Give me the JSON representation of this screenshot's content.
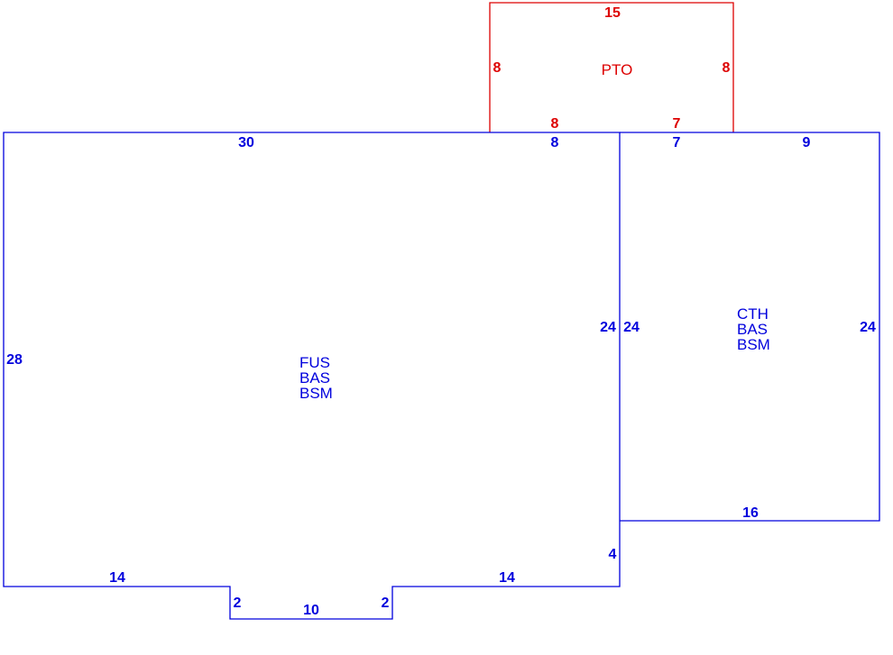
{
  "colors": {
    "structure": "#0000dd",
    "patio": "#dd0000"
  },
  "areas": {
    "pto": {
      "label": "PTO",
      "dims": {
        "top": "15",
        "left": "8",
        "right": "8",
        "bottom_left": "8",
        "bottom_right": "7"
      }
    },
    "fus": {
      "labels": [
        "FUS",
        "BAS",
        "BSM"
      ],
      "dims": {
        "top": "30",
        "top_right": "8",
        "left": "28",
        "right": "24",
        "bottom_left": "14",
        "bottom_right": "14",
        "notch_left": "2",
        "notch_bottom": "10",
        "notch_right": "2",
        "right_lower": "4"
      }
    },
    "cth": {
      "labels": [
        "CTH",
        "BAS",
        "BSM"
      ],
      "dims": {
        "top_left": "7",
        "top_right": "9",
        "left": "24",
        "right": "24",
        "bottom": "16"
      }
    }
  }
}
